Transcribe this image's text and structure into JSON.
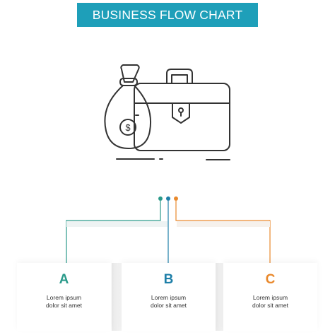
{
  "header": {
    "title": "BUSINESS FLOW CHART"
  },
  "icon": {
    "name": "money-bag-and-briefcase-icon",
    "currency_symbol": "$"
  },
  "options": [
    {
      "letter": "A",
      "line1": "Lorem ipsum",
      "line2": "dolor sit amet",
      "color": "#2a9a8a"
    },
    {
      "letter": "B",
      "line1": "Lorem ipsum",
      "line2": "dolor sit amet",
      "color": "#1e7fa8"
    },
    {
      "letter": "C",
      "line1": "Lorem ipsum",
      "line2": "dolor sit amet",
      "color": "#e9892d"
    }
  ],
  "colors": {
    "banner": "#1e9fb9",
    "icon_stroke": "#333333"
  }
}
